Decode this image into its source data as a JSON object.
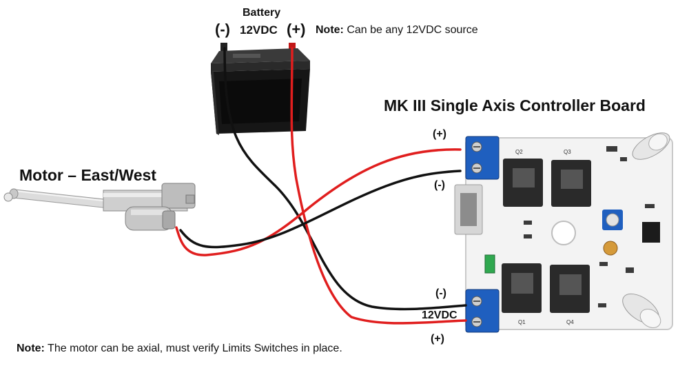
{
  "battery": {
    "title": "Battery",
    "negative": "(-)",
    "voltage": "12VDC",
    "positive": "(+)"
  },
  "note_top": {
    "label": "Note:",
    "text": " Can be any 12VDC source"
  },
  "board": {
    "title": "MK III Single Axis Controller Board"
  },
  "motor": {
    "title": "Motor – East/West"
  },
  "terminals": {
    "top_positive": "(+)",
    "top_negative": "(-)",
    "bottom_negative": "(-)",
    "bottom_voltage": "12VDC",
    "bottom_positive": "(+)"
  },
  "note_bottom": {
    "label": "Note:",
    "text": " The motor can be axial, must verify Limits Switches in place."
  },
  "colors": {
    "red_wire": "#e01e1e",
    "black_wire": "#111111",
    "terminal_blue": "#1f5fbf",
    "board": "#f4f4f4"
  }
}
